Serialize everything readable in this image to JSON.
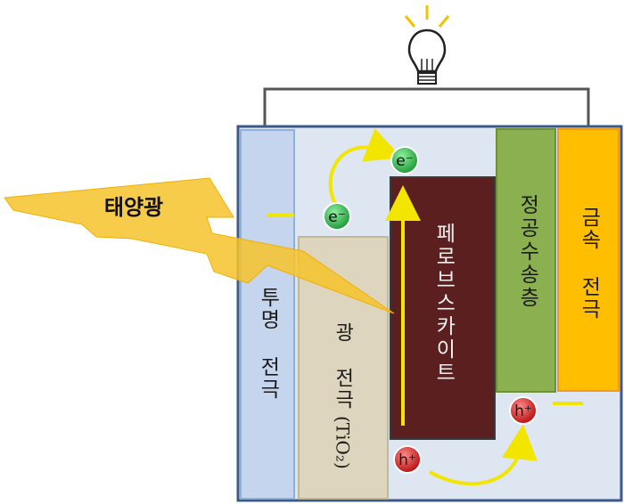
{
  "sunlight": {
    "label": "태양광"
  },
  "layers": {
    "transparent_electrode": "투명 전극",
    "photo_electrode": "광 전극",
    "photo_electrode_material": "(TiO₂)",
    "perovskite": "페로브스카이트",
    "hole_transport_layer": "정공수송층",
    "metal_electrode": "금속 전극"
  },
  "carriers": {
    "electron": "e⁻",
    "hole": "h⁺"
  },
  "colors": {
    "sunlight": "#f7c32b",
    "transparent_electrode": "#c5d5ee",
    "photo_electrode": "#ddd5bd",
    "perovskite": "#5c1f20",
    "hole_transport_layer": "#8ab04f",
    "metal_electrode": "#ffbf00",
    "electron": "#2db84a",
    "hole": "#d81f1f"
  },
  "icons": {
    "bulb": "light-bulb-icon"
  }
}
